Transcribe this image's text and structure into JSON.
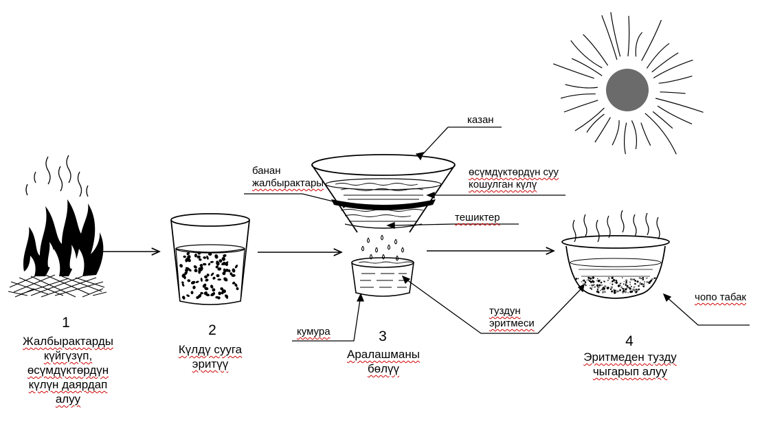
{
  "steps": [
    {
      "number": "1",
      "caption": [
        "Жалбырактарды",
        "күйгүзүп,",
        "өсүмдүктөрдүн",
        "күлүн даярдап",
        "алуу"
      ]
    },
    {
      "number": "2",
      "caption": [
        "Күлдү сууга",
        "эритүү"
      ]
    },
    {
      "number": "3",
      "caption": [
        "Аралашманы",
        "бөлүү"
      ]
    },
    {
      "number": "4",
      "caption": [
        "Эритмеден тузду",
        "чыгарып алуу"
      ]
    }
  ],
  "labels": {
    "kazan": "казан",
    "banana_leaves": [
      "банан",
      "жалбырактары"
    ],
    "plant_ash": [
      "өсүмдүктөрдүн суу",
      "кошулган күлү"
    ],
    "holes": "тешиктер",
    "jar": "кумура",
    "salt_solution": [
      "туздун",
      "эритмеси"
    ],
    "clay_dish": "чопо табак"
  },
  "colors": {
    "ink": "#000000",
    "sun": "#6b6b6b",
    "spellcheck": "#d00000"
  }
}
